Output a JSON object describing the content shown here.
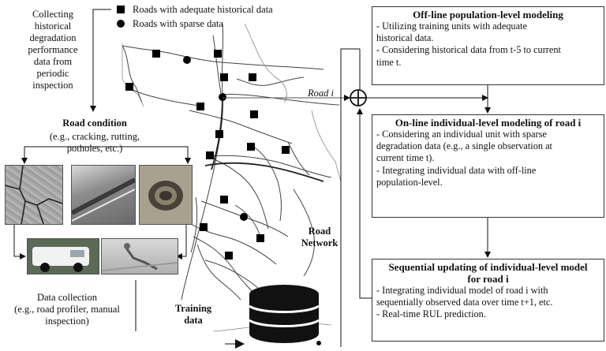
{
  "legend": {
    "adequate": "Roads with adequate historical data",
    "sparse": "Roads with sparse data"
  },
  "left": {
    "collecting": [
      "Collecting",
      "historical",
      "degradation",
      "performance",
      "data from",
      "periodic",
      "inspection"
    ],
    "road_condition_title": "Road condition",
    "road_condition_desc": [
      "(e.g., cracking, rutting,",
      "potholes, etc.)"
    ],
    "data_collection": [
      "Data collection",
      "(e.g., road profiler, manual",
      "inspection)"
    ]
  },
  "center": {
    "road_i": "Road i",
    "road_network": [
      "Road",
      "Network"
    ],
    "training_data": [
      "Training",
      "data"
    ]
  },
  "boxes": {
    "offline": {
      "title": "Off-line population-level modeling",
      "lines": [
        "- Utilizing training units with adequate",
        "historical data.",
        "- Considering historical data from t-5 to current",
        "time t."
      ]
    },
    "online": {
      "title": "On-line individual-level modeling of road i",
      "lines": [
        "- Considering an individual unit with sparse",
        "degradation data (e.g., a single observation at",
        "current time t).",
        "- Integrating individual data with off-line",
        "population-level."
      ]
    },
    "sequential": {
      "title": [
        "Sequential updating of individual-level model",
        "for road i"
      ],
      "lines": [
        "- Integrating individual model of road i with",
        "sequentially observed data over time t+1, etc.",
        "- Real-time RUL prediction."
      ]
    }
  },
  "icons": {
    "adequate_marker": "square-marker",
    "sparse_marker": "circle-marker",
    "sum": "circle-plus-icon",
    "database": "database-icon",
    "play": "play-icon",
    "photos": [
      "cracked-pavement-photo",
      "rutting-photo",
      "pothole-photo",
      "survey-van-photo",
      "manual-inspection-photo"
    ]
  }
}
